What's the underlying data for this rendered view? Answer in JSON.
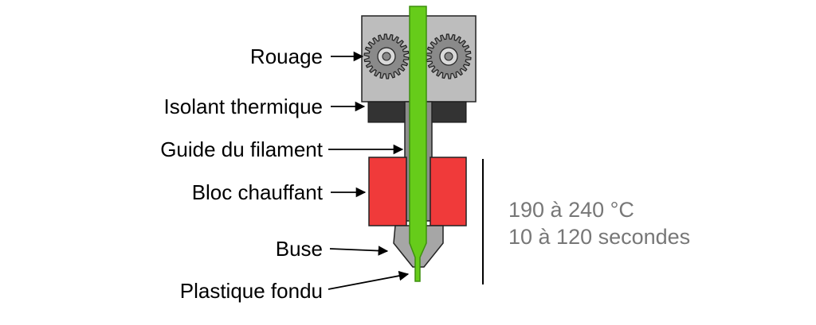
{
  "labels": {
    "gears": "Rouage",
    "thermal_insulator": "Isolant thermique",
    "filament_guide": "Guide du filament",
    "heating_block": "Bloc chauffant",
    "nozzle": "Buse",
    "melted_plastic": "Plastique fondu"
  },
  "specs": {
    "temperature": "190 à 240 °C",
    "duration": "10 à 120 secondes"
  },
  "colors": {
    "filament": "#66cc1a",
    "filament_outline": "#3d8f0e",
    "housing": "#bdbdbd",
    "insulator": "#333333",
    "guide": "#8c8c8c",
    "heater": "#f03a3a",
    "nozzle": "#a6a6a6",
    "gear": "#8a8a8a",
    "spec_text": "#777777"
  }
}
